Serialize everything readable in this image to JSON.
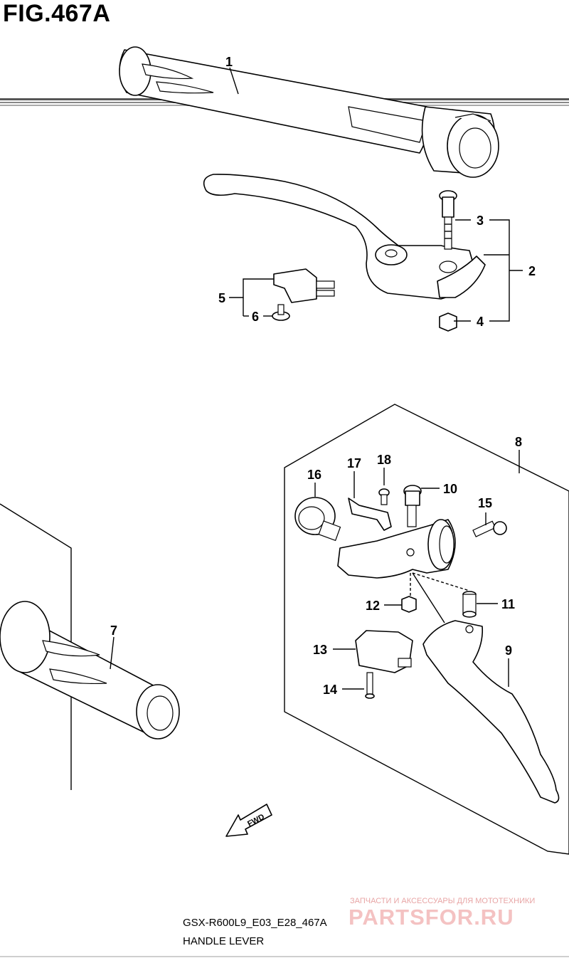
{
  "figure": {
    "title": "FIG.467A"
  },
  "footer": {
    "code": "GSX-R600L9_E03_E28_467A",
    "name": "HANDLE LEVER"
  },
  "watermark": {
    "tagline": "ЗАПЧАСТИ И АКСЕССУАРЫ ДЛЯ МОТОТЕХНИКИ",
    "brand": "PARTSFOR.RU"
  },
  "fwd_label": "FWD",
  "callouts": [
    "1",
    "2",
    "3",
    "4",
    "5",
    "6",
    "7",
    "8",
    "9",
    "10",
    "11",
    "12",
    "13",
    "14",
    "15",
    "16",
    "17",
    "18"
  ]
}
